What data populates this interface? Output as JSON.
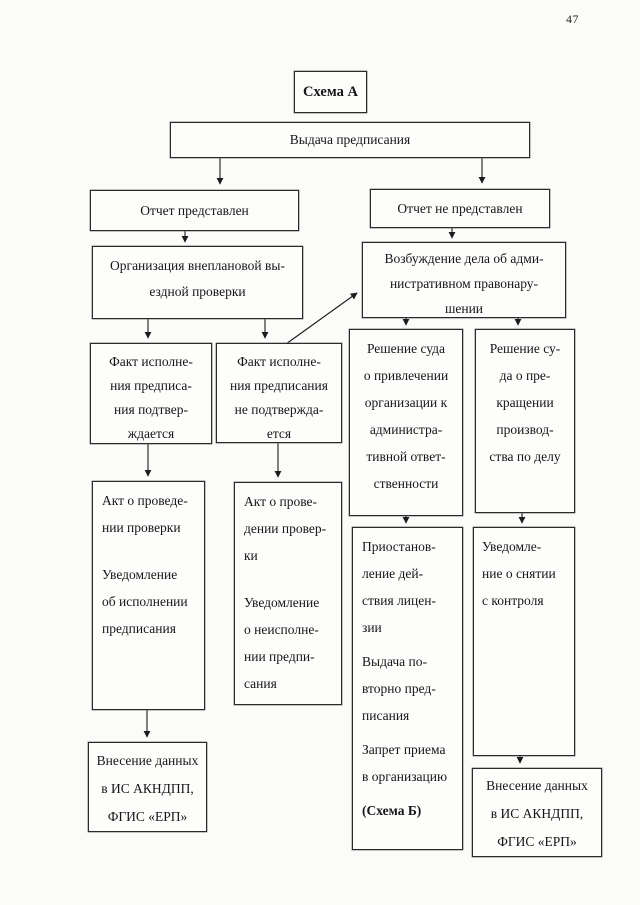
{
  "page": {
    "number": "47"
  },
  "colors": {
    "line": "#1c1c1c",
    "border": "#2a2a2a",
    "background": "#fbfbf9"
  },
  "nodes": {
    "schema_title": {
      "label": "Схема А"
    },
    "issue": {
      "label": "Выдача предписания"
    },
    "report_yes": {
      "label": "Отчет представлен"
    },
    "report_no": {
      "label": "Отчет не представлен"
    },
    "org_inspection": {
      "lines": [
        "Организация внеплановой вы-",
        "ездной проверки"
      ]
    },
    "case_init": {
      "lines": [
        "Возбуждение дела об адми-",
        "нистративном правонару-",
        "шении"
      ]
    },
    "fact_confirmed": {
      "lines": [
        "Факт исполне-",
        "ния предписа-",
        "ния подтвер-",
        "ждается"
      ]
    },
    "fact_not_confirmed": {
      "lines": [
        "Факт исполне-",
        "ния предписания",
        "не подтвержда-",
        "ется"
      ]
    },
    "court_liability": {
      "lines": [
        "Решение суда",
        "о привлечении",
        "организации к",
        "администра-",
        "тивной ответ-",
        "ственности"
      ]
    },
    "court_termination": {
      "lines": [
        "Решение су-",
        "да о пре-",
        "кращении",
        "производ-",
        "ства по делу"
      ]
    },
    "act_executed": {
      "para1": [
        "Акт о проведе-",
        "нии проверки"
      ],
      "para2": [
        "Уведомление",
        "об исполнении",
        "предписания"
      ]
    },
    "act_not_executed": {
      "para1": [
        "Акт о прове-",
        "дении провер-",
        "ки"
      ],
      "para2": [
        "Уведомление",
        "о неисполне-",
        "нии предпи-",
        "сания"
      ]
    },
    "license_suspension": {
      "para1": [
        "Приостанов-",
        "ление дей-",
        "ствия лицен-",
        "зии"
      ],
      "para2": [
        "Выдача по-",
        "вторно пред-",
        "писания"
      ],
      "para3": [
        "Запрет приема",
        "в организацию"
      ],
      "schema_b": "(Схема Б)"
    },
    "control_removal": {
      "lines": [
        "Уведомле-",
        "ние о снятии",
        "с контроля"
      ]
    },
    "data_entry_left": {
      "lines": [
        "Внесение данных",
        "в ИС АКНДПП,",
        "ФГИС «ЕРП»"
      ]
    },
    "data_entry_right": {
      "lines": [
        "Внесение данных",
        "в ИС АКНДПП,",
        "ФГИС «ЕРП»"
      ]
    }
  }
}
